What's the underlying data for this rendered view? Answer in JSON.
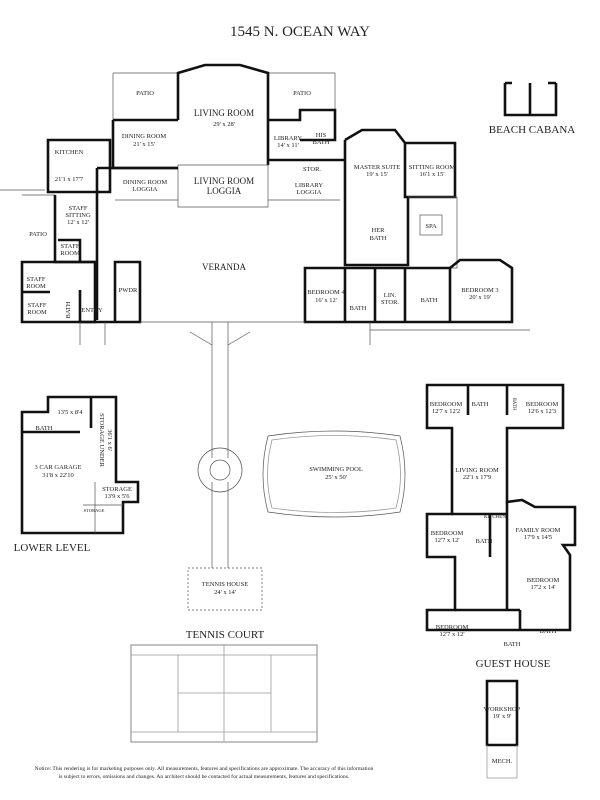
{
  "title": "1545 N. OCEAN WAY",
  "main_house": {
    "patio_left": "PATIO",
    "patio_right": "PATIO",
    "living_room": {
      "name": "LIVING ROOM",
      "size": "29' x 28'"
    },
    "dining_room": {
      "name": "DINING ROOM",
      "size": "21' x 15'"
    },
    "kitchen": {
      "name": "KITCHEN",
      "size": "21'1 x 17'7"
    },
    "library": {
      "name": "LIBRARY",
      "size": "14' x 11'"
    },
    "his_bath": [
      "HIS",
      "BATH"
    ],
    "stor": "STOR.",
    "dining_room_loggia": [
      "DINING ROOM",
      "LOGGIA"
    ],
    "living_room_loggia": [
      "LIVING ROOM",
      "LOGGIA"
    ],
    "library_loggia": [
      "LIBRARY",
      "LOGGIA"
    ],
    "master_suite": {
      "name": "MASTER SUITE",
      "size": "19' x 15'"
    },
    "sitting_room": {
      "name": "SITTING ROOM",
      "size": "16'1 x 15'"
    },
    "her_bath": [
      "HER",
      "BATH"
    ],
    "spa": "SPA",
    "staff_sitting": {
      "name": [
        "STAFF",
        "SITTING"
      ],
      "size": "12' x 12'"
    },
    "patio_staff": "PATIO",
    "staff_room_1": [
      "STAFF",
      "ROOM"
    ],
    "staff_room_2": [
      "STAFF",
      "ROOM"
    ],
    "staff_room_3": [
      "STAFF",
      "ROOM"
    ],
    "bath_staff": "BATH",
    "entry": "ENTRY",
    "pwdr": "PWDR",
    "veranda": "VERANDA",
    "bedroom_4": {
      "name": "BEDROOM 4",
      "size": "16' x 12'"
    },
    "bath_b4": "BATH",
    "lin_stor": [
      "LIN.",
      "STOR."
    ],
    "bath_b3": "BATH",
    "bedroom_3": {
      "name": "BEDROOM 3",
      "size": "20' x 19'"
    }
  },
  "beach_cabana": "BEACH CABANA",
  "lower_level": {
    "label": "LOWER LEVEL",
    "bath": "BATH",
    "room_size": "13'5 x 8'4",
    "storage_under": [
      "STORAGE UNDER",
      "36'1 x 6'"
    ],
    "garage": {
      "name": "3 CAR GARAGE",
      "size": "31'8 x 22'10"
    },
    "storage": {
      "name": "STORAGE",
      "size": "13'9 x 5'6"
    },
    "storage_small": "STORAGE"
  },
  "swimming_pool": {
    "name": "SWIMMING POOL",
    "size": "25' x 50'"
  },
  "tennis_house": {
    "name": "TENNIS HOUSE",
    "size": "24' x 14'"
  },
  "tennis_court": "TENNIS COURT",
  "guest_house": {
    "label": "GUEST HOUSE",
    "bedroom_a": {
      "name": "BEDROOM",
      "size": "12'7 x 12'2"
    },
    "bath_a": "BATH",
    "bath_b": "BATH",
    "bedroom_b": {
      "name": "BEDROOM",
      "size": "12'6 x 12'3"
    },
    "living_room": {
      "name": "LIVING ROOM",
      "size": "22'1 x 17'9"
    },
    "kitchen": "KITCHEN",
    "bedroom_c": {
      "name": "BEDROOM",
      "size": "12'7 x 12'"
    },
    "bath_c": "BATH",
    "family_room": {
      "name": "FAMILY ROOM",
      "size": "17'9 x 14'5"
    },
    "bedroom_d": {
      "name": "BEDROOM",
      "size": "17'2 x 14'"
    },
    "bedroom_e": {
      "name": "BEDROOM",
      "size": "12'7 x 12'"
    },
    "bath_d": "BATH",
    "bath_e": "BATH"
  },
  "workshop": {
    "name": "WORKSHOP",
    "size": "19' x 9'"
  },
  "mech": "MECH.",
  "notice": [
    "Notice: This rendering is for marketing purposes only. All measurements, features and specifications are approximate. The accuracy of this information",
    "is subject to errors, omissions and changes. An architect should be contacted for actual measurements, features and specifications."
  ]
}
